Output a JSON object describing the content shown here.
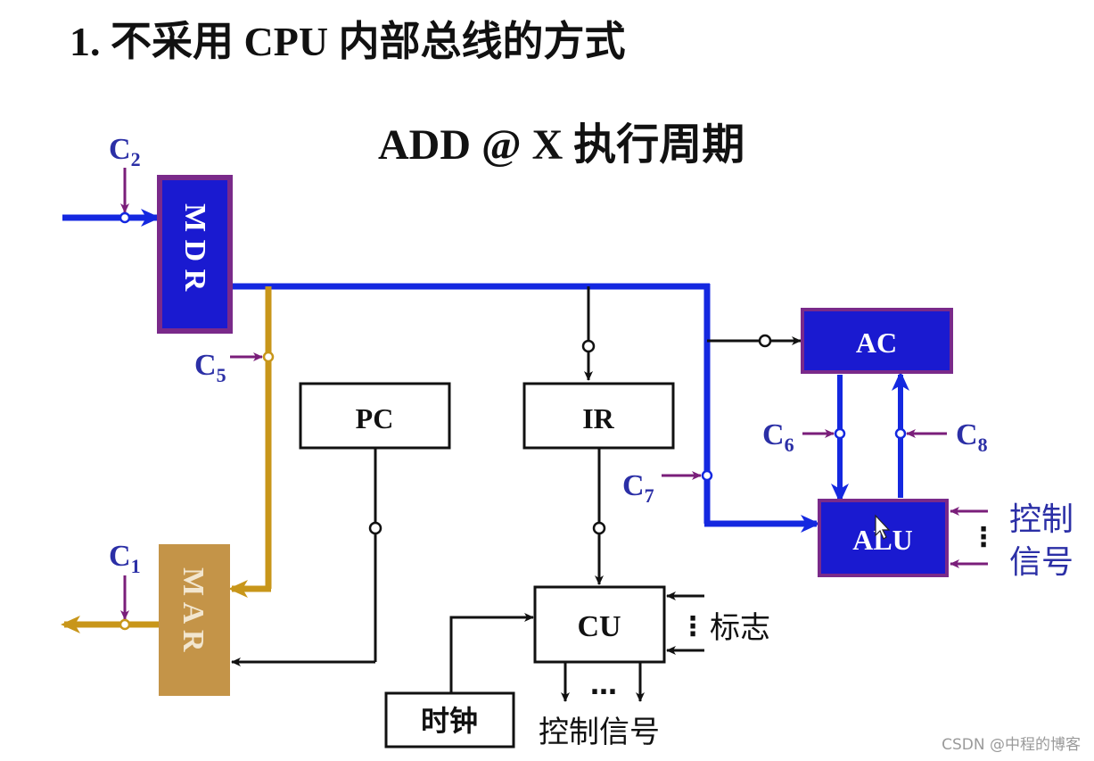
{
  "slide": {
    "title": "1. 不采用 CPU 内部总线的方式",
    "subtitle": "ADD @ X   执行周期"
  },
  "registers": {
    "mdr": "M D R",
    "mar": "M A R",
    "pc": "PC",
    "ir": "IR",
    "ac": "AC",
    "alu": "ALU",
    "cu": "CU",
    "clock": "时钟"
  },
  "control_signals": {
    "c1": {
      "main": "C",
      "sub": "1"
    },
    "c2": {
      "main": "C",
      "sub": "2"
    },
    "c5": {
      "main": "C",
      "sub": "5"
    },
    "c6": {
      "main": "C",
      "sub": "6"
    },
    "c7": {
      "main": "C",
      "sub": "7"
    },
    "c8": {
      "main": "C",
      "sub": "8"
    }
  },
  "labels": {
    "alu_control_1": "控制",
    "alu_control_2": "信号",
    "cu_flags": "标志",
    "cu_control_out": "控制信号",
    "ellipsis": "…",
    "vertical_dots": "⋮"
  },
  "watermark": "CSDN @中程的博客",
  "colors": {
    "bus_blue": "#1428e0",
    "bus_gold": "#c8961a",
    "control_purple": "#7a1e7a",
    "register_blue_fill": "#1a1ad0",
    "register_border_purple": "#7a2a8a",
    "mar_fill": "#c49448",
    "label_blue": "#2b2fa6"
  }
}
